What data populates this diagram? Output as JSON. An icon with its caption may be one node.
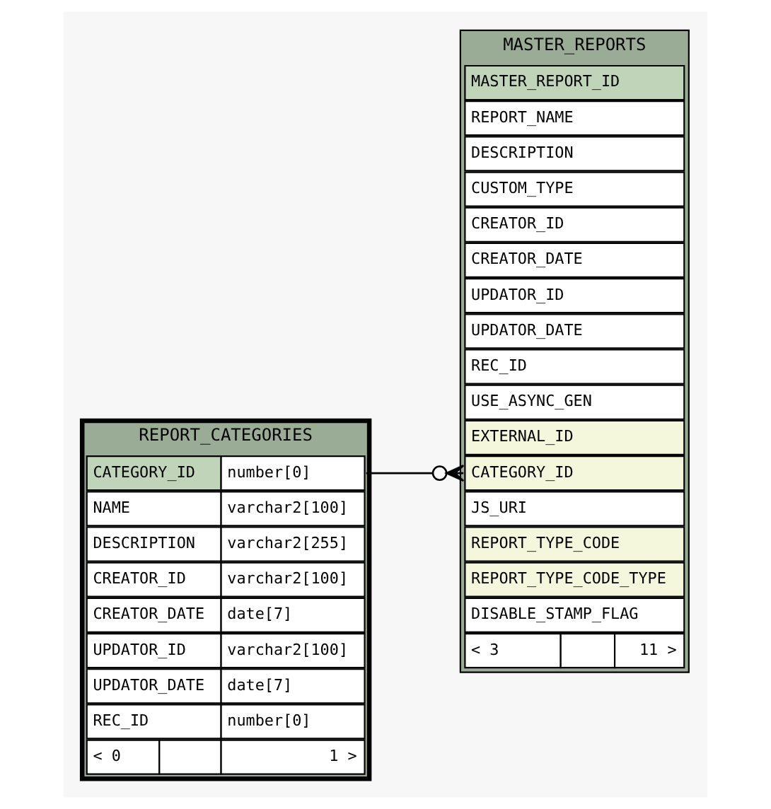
{
  "diagram": {
    "nodes": [
      {
        "text": [
          "REPORT_CATEGORIES"
        ]
      },
      {
        "text": [
          "CATEGORY_ID",
          "number[0]"
        ],
        "in": 0
      },
      {
        "text": [
          "NAME",
          "varchar2[100]"
        ],
        "in": 0
      },
      {
        "text": [
          "DESCRIPTION",
          "varchar2[255]"
        ],
        "in": 0
      },
      {
        "text": [
          "CREATOR_ID",
          "varchar2[100]"
        ],
        "in": 0
      },
      {
        "text": [
          "CREATOR_DATE",
          "date[7]"
        ],
        "in": 0
      },
      {
        "text": [
          "UPDATOR_ID",
          "varchar2[100]"
        ],
        "in": 0
      },
      {
        "text": [
          "UPDATOR_DATE",
          "date[7]"
        ],
        "in": 0
      },
      {
        "text": [
          "REC_ID",
          "number[0]"
        ],
        "in": 0
      },
      {
        "text": [
          "< 0",
          "1 >"
        ],
        "in": 0
      },
      {
        "text": [
          "MASTER_REPORTS"
        ]
      },
      {
        "text": [
          "MASTER_REPORT_ID"
        ],
        "in": 10
      },
      {
        "text": [
          "REPORT_NAME"
        ],
        "in": 10
      },
      {
        "text": [
          "DESCRIPTION"
        ],
        "in": 10
      },
      {
        "text": [
          "CUSTOM_TYPE"
        ],
        "in": 10
      },
      {
        "text": [
          "CREATOR_ID"
        ],
        "in": 10
      },
      {
        "text": [
          "CREATOR_DATE"
        ],
        "in": 10
      },
      {
        "text": [
          "UPDATOR_ID"
        ],
        "in": 10
      },
      {
        "text": [
          "UPDATOR_DATE"
        ],
        "in": 10
      },
      {
        "text": [
          "REC_ID"
        ],
        "in": 10
      },
      {
        "text": [
          "USE_ASYNC_GEN"
        ],
        "in": 10
      },
      {
        "text": [
          "EXTERNAL_ID"
        ],
        "in": 10
      },
      {
        "text": [
          "CATEGORY_ID"
        ],
        "in": 10
      },
      {
        "text": [
          "JS_URI"
        ],
        "in": 10
      },
      {
        "text": [
          "REPORT_TYPE_CODE"
        ],
        "in": 10
      },
      {
        "text": [
          "REPORT_TYPE_CODE_TYPE"
        ],
        "in": 10
      },
      {
        "text": [
          "DISABLE_STAMP_FLAG"
        ],
        "in": 10
      },
      {
        "text": [
          "< 3",
          "11 >"
        ],
        "in": 10
      }
    ],
    "edges": [
      {
        "from": 1,
        "to": 22,
        "arrow": "other"
      }
    ]
  }
}
